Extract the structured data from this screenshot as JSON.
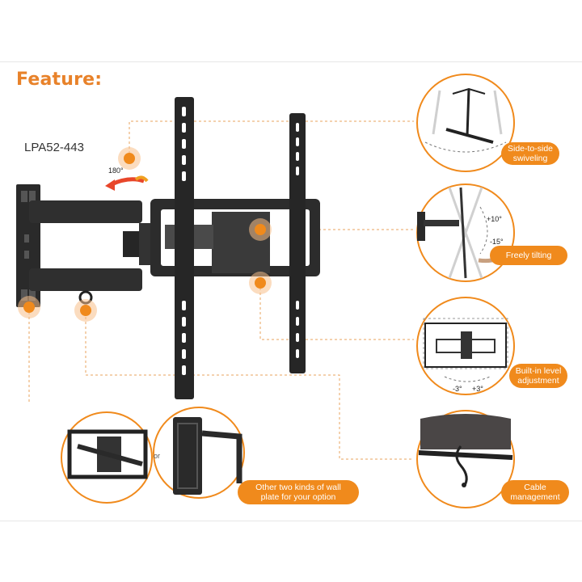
{
  "header": {
    "title": "Feature:",
    "model": "LPA52-443"
  },
  "swivel_label": "180°",
  "callouts": {
    "swivel": "Side-to-side\nswiveling",
    "tilt": "Freely tilting",
    "level": "Built-in level\nadjustment",
    "wall_plate": "Other two kinds of wall\nplate for your option",
    "cable": "Cable\nmanagement"
  },
  "angles": {
    "tilt_up": "+10°",
    "tilt_down": "-15°",
    "level_left": "-3°",
    "level_right": "+3°"
  },
  "or_text": "or",
  "colors": {
    "accent": "#f08a1c",
    "title": "#e8822a",
    "product": "#2a2a2a",
    "guide": "#e9a35e"
  }
}
